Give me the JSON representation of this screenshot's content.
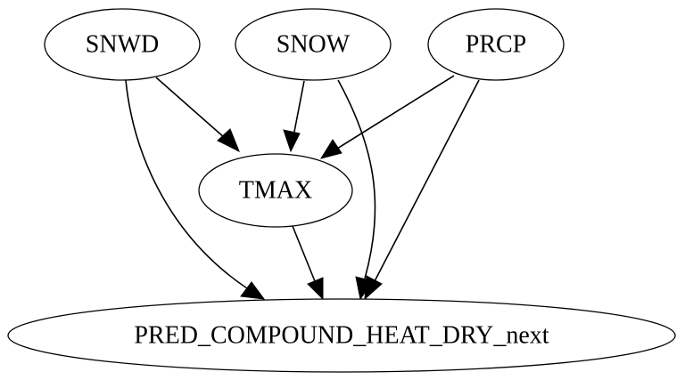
{
  "graph": {
    "nodes": [
      {
        "id": "snwd",
        "label": "SNWD"
      },
      {
        "id": "snow",
        "label": "SNOW"
      },
      {
        "id": "prcp",
        "label": "PRCP"
      },
      {
        "id": "tmax",
        "label": "TMAX"
      },
      {
        "id": "pred",
        "label": "PRED_COMPOUND_HEAT_DRY_next"
      }
    ],
    "edges": [
      {
        "from": "snwd",
        "to": "tmax"
      },
      {
        "from": "snwd",
        "to": "pred"
      },
      {
        "from": "snow",
        "to": "tmax"
      },
      {
        "from": "snow",
        "to": "pred"
      },
      {
        "from": "prcp",
        "to": "tmax"
      },
      {
        "from": "prcp",
        "to": "pred"
      },
      {
        "from": "tmax",
        "to": "pred"
      }
    ]
  }
}
